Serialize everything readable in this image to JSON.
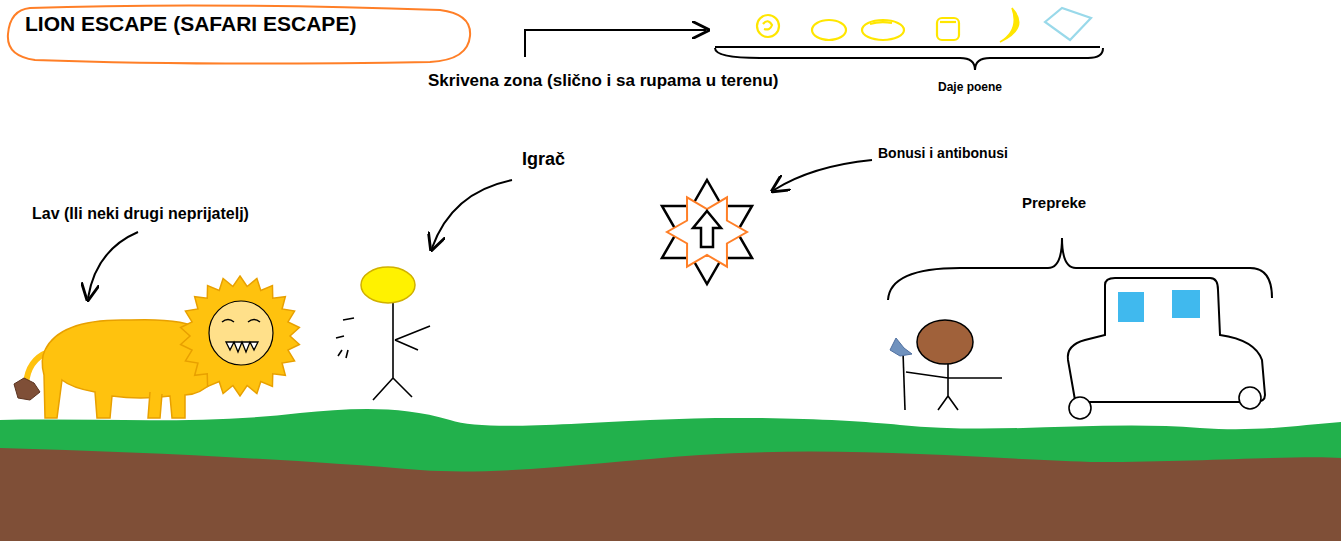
{
  "diagram": {
    "title": "LION ESCAPE (SAFARI ESCAPE)",
    "labels": [
      "Skrivena zona (slično i sa rupama u terenu)",
      "Daje poene",
      "Bonusi i antibonusi",
      "Igrač",
      "Prepreke",
      "Lav (Ili neki drugi neprijatelj)"
    ]
  }
}
